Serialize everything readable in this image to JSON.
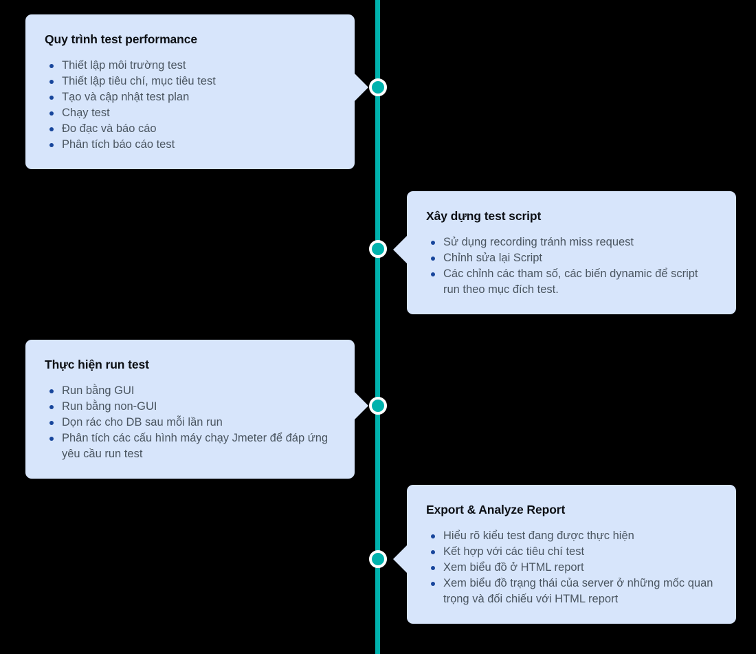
{
  "diagram": {
    "type": "vertical-timeline",
    "title": "",
    "colors": {
      "background": "#000000",
      "spine": "#00b2ad",
      "node_fill": "#00b2ad",
      "node_ring": "#ffffff",
      "card_background": "#d7e5fb",
      "card_title": "#0c0f14",
      "card_body": "#4a5560",
      "bullet": "#17459b"
    },
    "steps": [
      {
        "index": 1,
        "side": "left",
        "title": "Quy trình test performance",
        "items": [
          "Thiết lập môi trường test",
          "Thiết lập tiêu chí, mục tiêu test",
          "Tạo và cập nhật test plan",
          "Chạy test",
          "Đo đạc và báo cáo",
          "Phân tích báo cáo test"
        ]
      },
      {
        "index": 2,
        "side": "right",
        "title": "Xây dựng test script",
        "items": [
          "Sử dụng recording tránh miss request",
          "Chỉnh sửa lại Script",
          "Các chỉnh các tham số, các biến dynamic để script run theo mục đích test."
        ]
      },
      {
        "index": 3,
        "side": "left",
        "title": "Thực hiện run test",
        "items": [
          "Run bằng GUI",
          "Run bằng non-GUI",
          "Dọn rác cho DB sau mỗi lần run",
          "Phân tích các cấu hình máy chạy Jmeter để đáp ứng yêu cầu run test"
        ]
      },
      {
        "index": 4,
        "side": "right",
        "title": "Export & Analyze Report",
        "items": [
          "Hiểu rõ kiểu test đang được thực hiện",
          "Kết hợp với các tiêu chí test",
          "Xem biểu đồ ở HTML report",
          "Xem biểu đồ trạng thái của server ở những mốc quan trọng và đối chiếu với HTML report"
        ]
      }
    ]
  }
}
